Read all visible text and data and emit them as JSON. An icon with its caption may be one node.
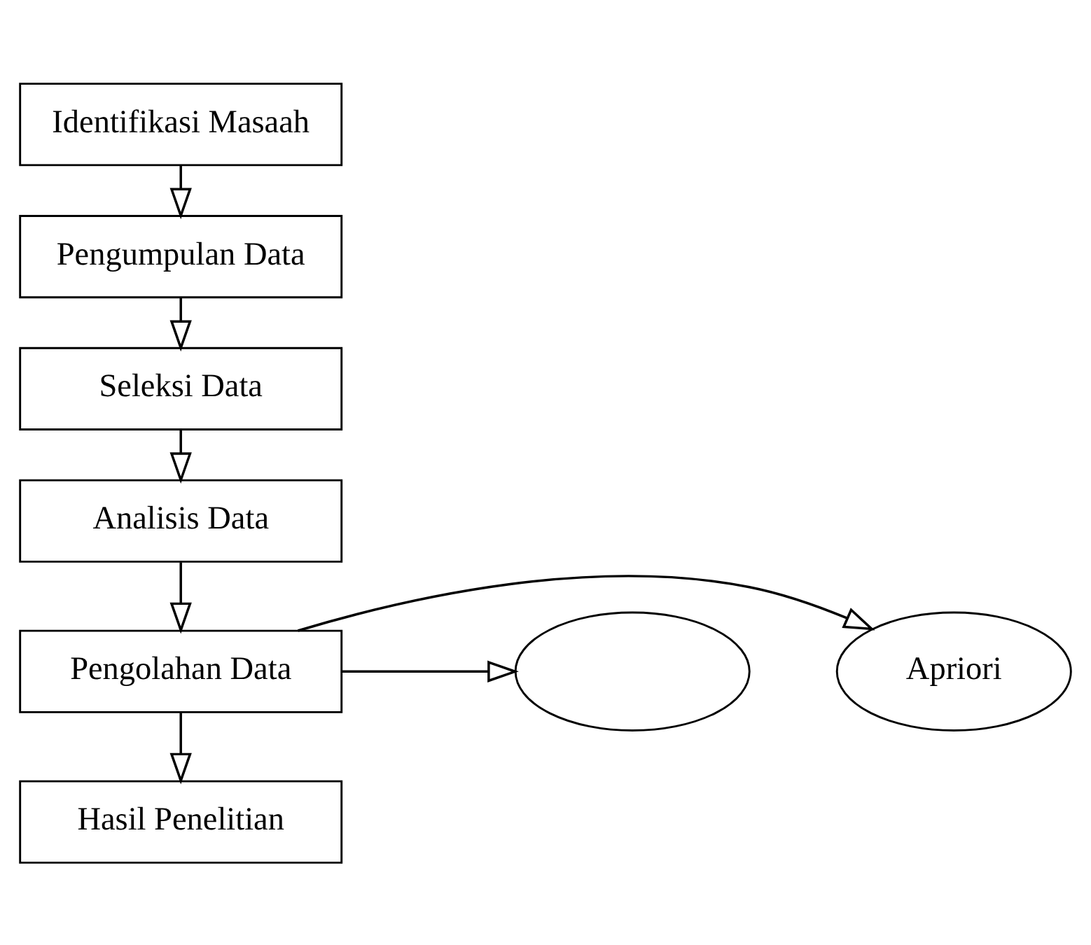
{
  "diagram": {
    "nodes": [
      {
        "text": [
          "Identifikasi Masaah"
        ]
      },
      {
        "text": [
          "Pengumpulan Data"
        ]
      },
      {
        "text": [
          "Seleksi Data"
        ]
      },
      {
        "text": [
          "Analisis Data"
        ]
      },
      {
        "text": [
          "Apriori"
        ]
      },
      {
        "text": [
          "Pengolahan Data"
        ]
      },
      {
        "text": [],
        "shape": "ellipse"
      },
      {
        "text": [
          "Hasil Penelitian"
        ]
      }
    ],
    "edges": [
      {
        "from": 0,
        "to": 1,
        "arrow": "to"
      },
      {
        "from": 1,
        "to": 2,
        "arrow": "to"
      },
      {
        "from": 2,
        "to": 3,
        "arrow": "to"
      },
      {
        "from": 3,
        "to": 5,
        "arrow": "to"
      },
      {
        "from": 5,
        "to": 4,
        "arrow": "to"
      },
      {
        "from": 5,
        "to": 6,
        "arrow": "to"
      },
      {
        "from": 5,
        "to": 7,
        "arrow": "to"
      }
    ]
  }
}
